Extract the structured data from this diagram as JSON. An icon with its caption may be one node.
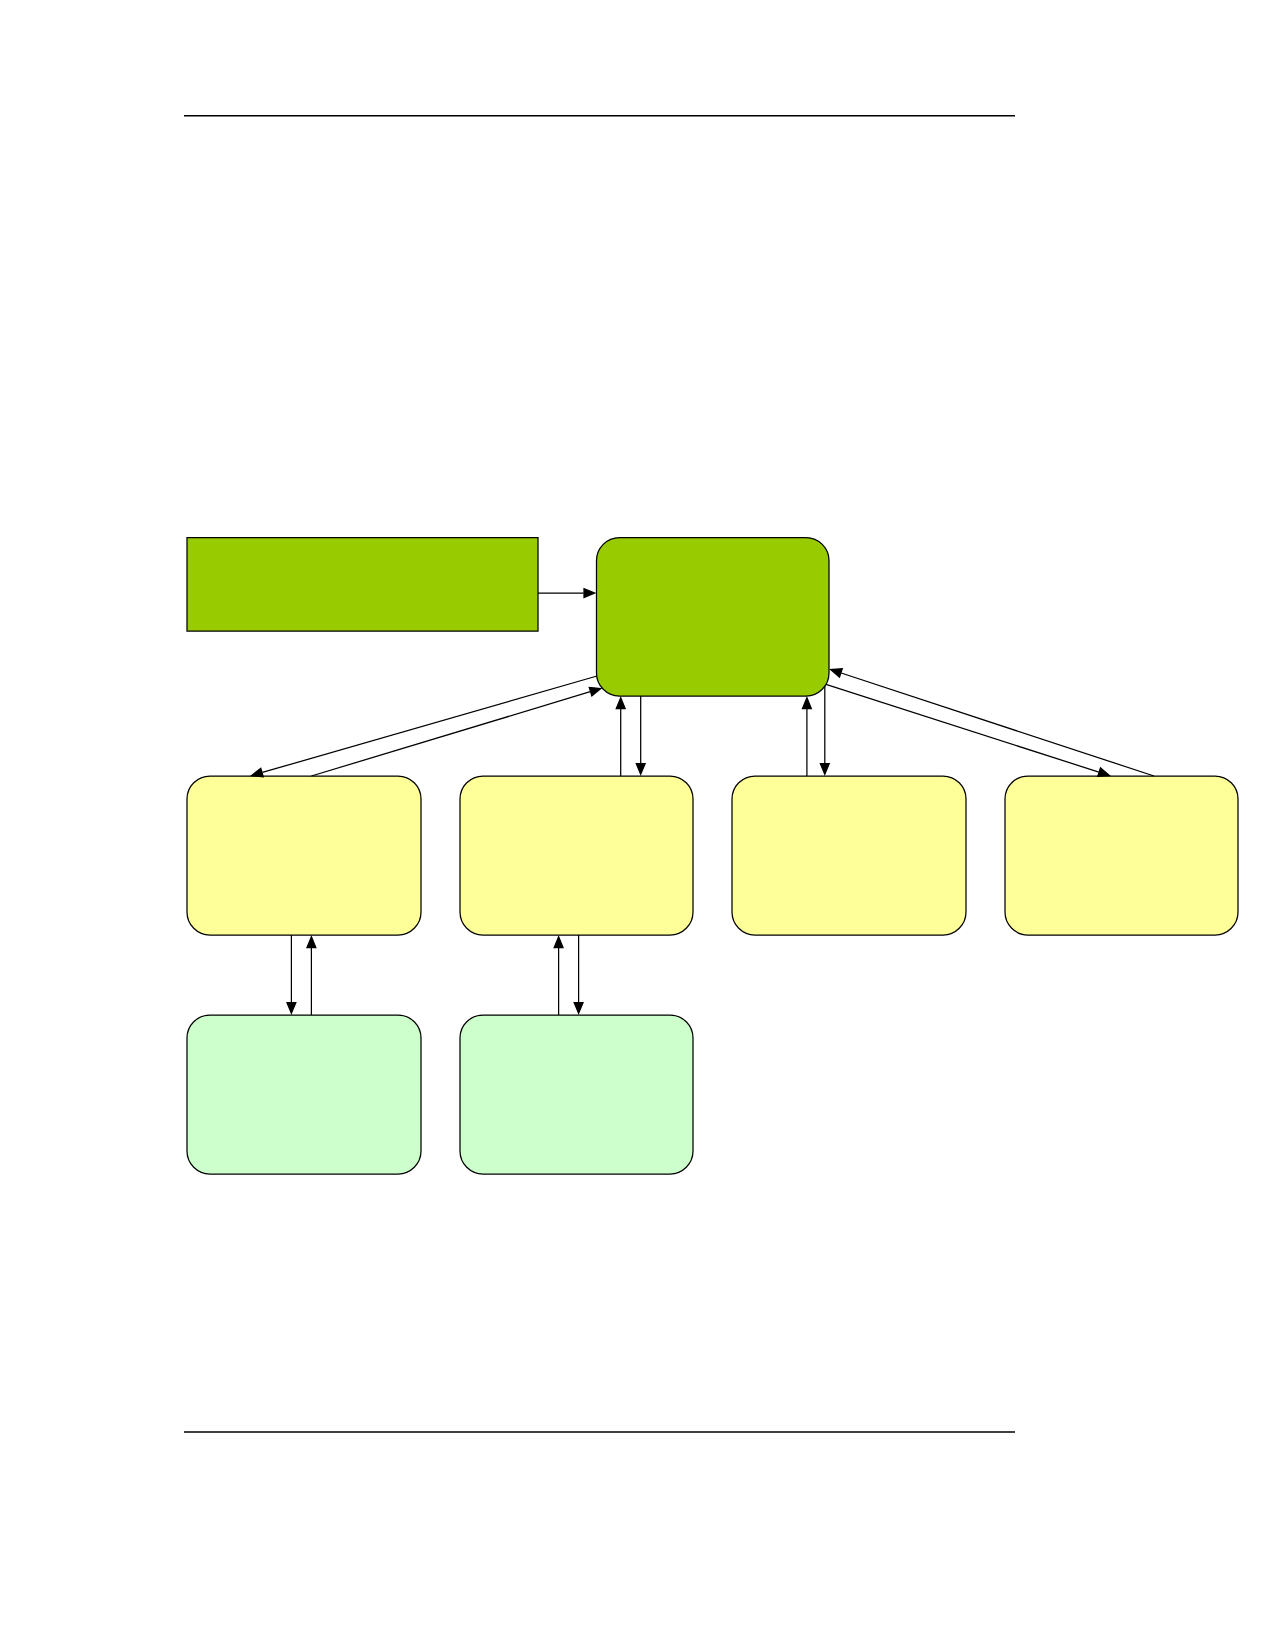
{
  "diagram": {
    "nodes": [
      {
        "text": [],
        "shape": "box"
      },
      {
        "text": [],
        "shape": "box"
      },
      {
        "text": [],
        "shape": "box"
      },
      {
        "text": [],
        "shape": "box"
      },
      {
        "text": [],
        "shape": "box"
      },
      {
        "text": [],
        "shape": "box"
      },
      {
        "text": [],
        "shape": "box"
      },
      {
        "text": [],
        "shape": "box"
      }
    ],
    "edges": [
      {
        "from": 0,
        "to": 1,
        "arrow": "to"
      },
      {
        "from": 1,
        "to": 2,
        "arrow": "to"
      },
      {
        "from": 2,
        "to": 1,
        "arrow": "to"
      },
      {
        "from": 3,
        "to": 1,
        "arrow": "to"
      },
      {
        "from": 1,
        "to": 3,
        "arrow": "to"
      },
      {
        "from": 4,
        "to": 1,
        "arrow": "to"
      },
      {
        "from": 1,
        "to": 4,
        "arrow": "to"
      },
      {
        "from": 5,
        "to": 1,
        "arrow": "to"
      },
      {
        "from": 1,
        "to": 5,
        "arrow": "to"
      },
      {
        "from": 2,
        "to": 6,
        "arrow": "to"
      },
      {
        "from": 6,
        "to": 2,
        "arrow": "to"
      },
      {
        "from": 7,
        "to": 3,
        "arrow": "to"
      },
      {
        "from": 3,
        "to": 7,
        "arrow": "to"
      }
    ]
  }
}
